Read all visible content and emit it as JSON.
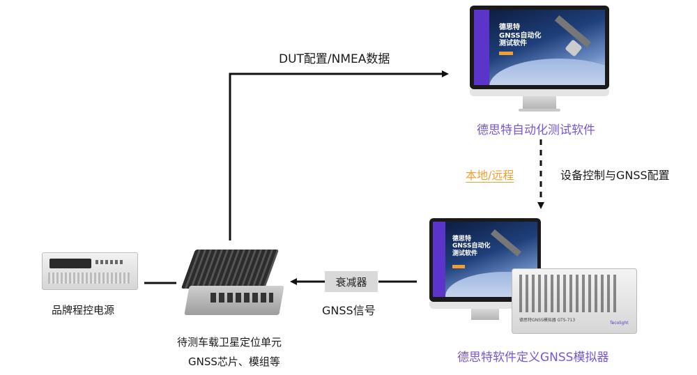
{
  "labels": {
    "dut_config": "DUT配置/NMEA数据",
    "software_name": "德思特自动化测试软件",
    "local_remote": "本地/远程",
    "device_control": "设备控制与GNSS配置",
    "attenuator": "衰减器",
    "gnss_signal": "GNSS信号",
    "power_supply": "品牌程控电源",
    "dut_line1": "待测车载卫星定位单元",
    "dut_line2": "GNSS芯片、模组等",
    "simulator": "德思特软件定义GNSS模拟器"
  },
  "screen_text": {
    "title_line1": "德思特",
    "title_line2": "GNSS自动化",
    "title_line3": "测试软件",
    "simulator_brand": "德思特GNSS模拟器 GTS-713",
    "logo": "Tecolight"
  },
  "colors": {
    "accent_purple": "#7a55d6",
    "accent_orange": "#f0a030",
    "arrow": "#111111",
    "sidebar": "#5b35c9"
  }
}
